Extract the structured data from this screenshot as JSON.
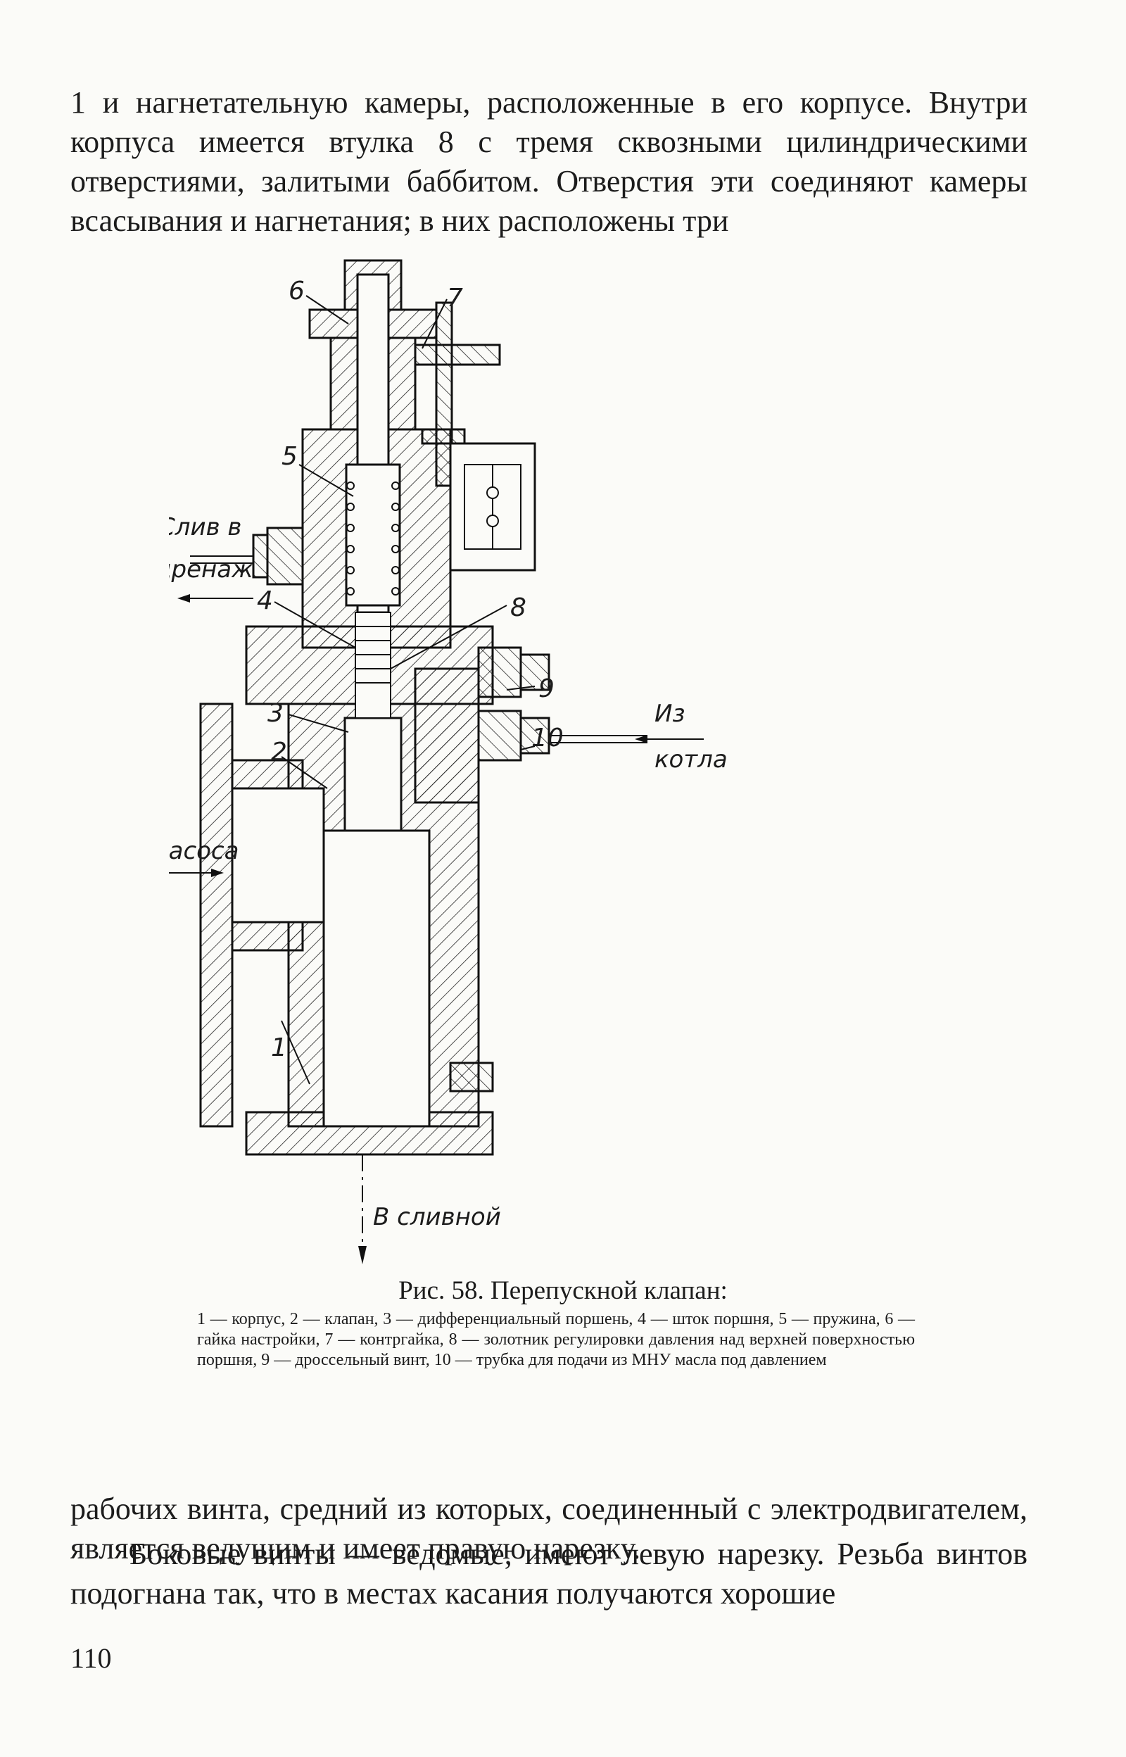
{
  "page": {
    "top_text": "1 и нагнетательную камеры, расположенные в его корпусе. Внутри корпуса имеется втулка 8 с тремя сквозными цилиндрическими отверстиями, залитыми баббитом. Отверстия эти соединяют камеры всасывания и нагнетания; в них расположены три",
    "bottom_text_1": "рабочих винта, средний из которых, соединенный с электродвигателем, является ведущим и имеет правую нарезку.",
    "bottom_text_2": "Боковые винты — ведомые, имеют левую нарезку. Резьба винтов подогнана так, что в местах касания получаются хорошие",
    "page_number": "110"
  },
  "figure": {
    "caption_title": "Рис. 58. Перепускной клапан:",
    "caption_legend": "1 — корпус, 2 — клапан, 3 — дифференциальный поршень, 4 — шток поршня, 5 — пружина, 6 — гайка настройки, 7 — контргайка, 8 — золотник регулировки давления над верхней поверхностью поршня, 9 — дроссельный винт, 10 — трубка для подачи из МНУ масла под давлением",
    "labels": {
      "n1": "1",
      "n2": "2",
      "n3": "3",
      "n4": "4",
      "n5": "5",
      "n6": "6",
      "n7": "7",
      "n8": "8",
      "n9": "9",
      "n10": "10",
      "drain_line1": "Слив в",
      "drain_line2": "дренаж",
      "from_pump": "От насоса",
      "from_boiler_line1": "Из",
      "from_boiler_line2": "котла",
      "to_drain": "В сливной"
    }
  }
}
